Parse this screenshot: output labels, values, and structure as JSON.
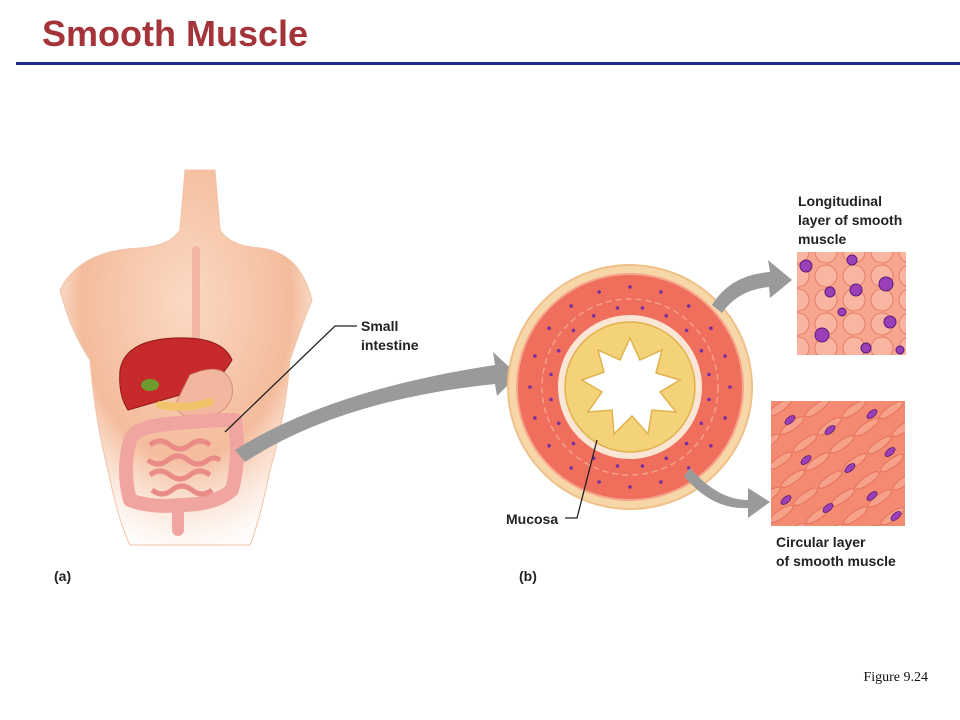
{
  "title": "Smooth Muscle",
  "colors": {
    "title": "#a4343a",
    "rule": "#1f2a8a",
    "skin": "#f6c2a2",
    "liver": "#c62a2a",
    "intestine": "#f1a5a0",
    "muscle_layer": "#ef6f5c",
    "nucleus": "#7a2ea0",
    "mucosa": "#f3d27a",
    "arrow": "#9a9a9a"
  },
  "labels": {
    "small_intestine": "Small\nintestine",
    "mucosa": "Mucosa",
    "longitudinal": "Longitudinal\nlayer of smooth\nmuscle",
    "circular": "Circular layer\nof smooth muscle"
  },
  "panels": {
    "a": "(a)",
    "b": "(b)"
  },
  "caption": "Figure 9.24",
  "icons": [
    "torso-illustration",
    "arrow-right",
    "intestine-cross-section",
    "longitudinal-muscle-tissue",
    "circular-muscle-tissue"
  ]
}
